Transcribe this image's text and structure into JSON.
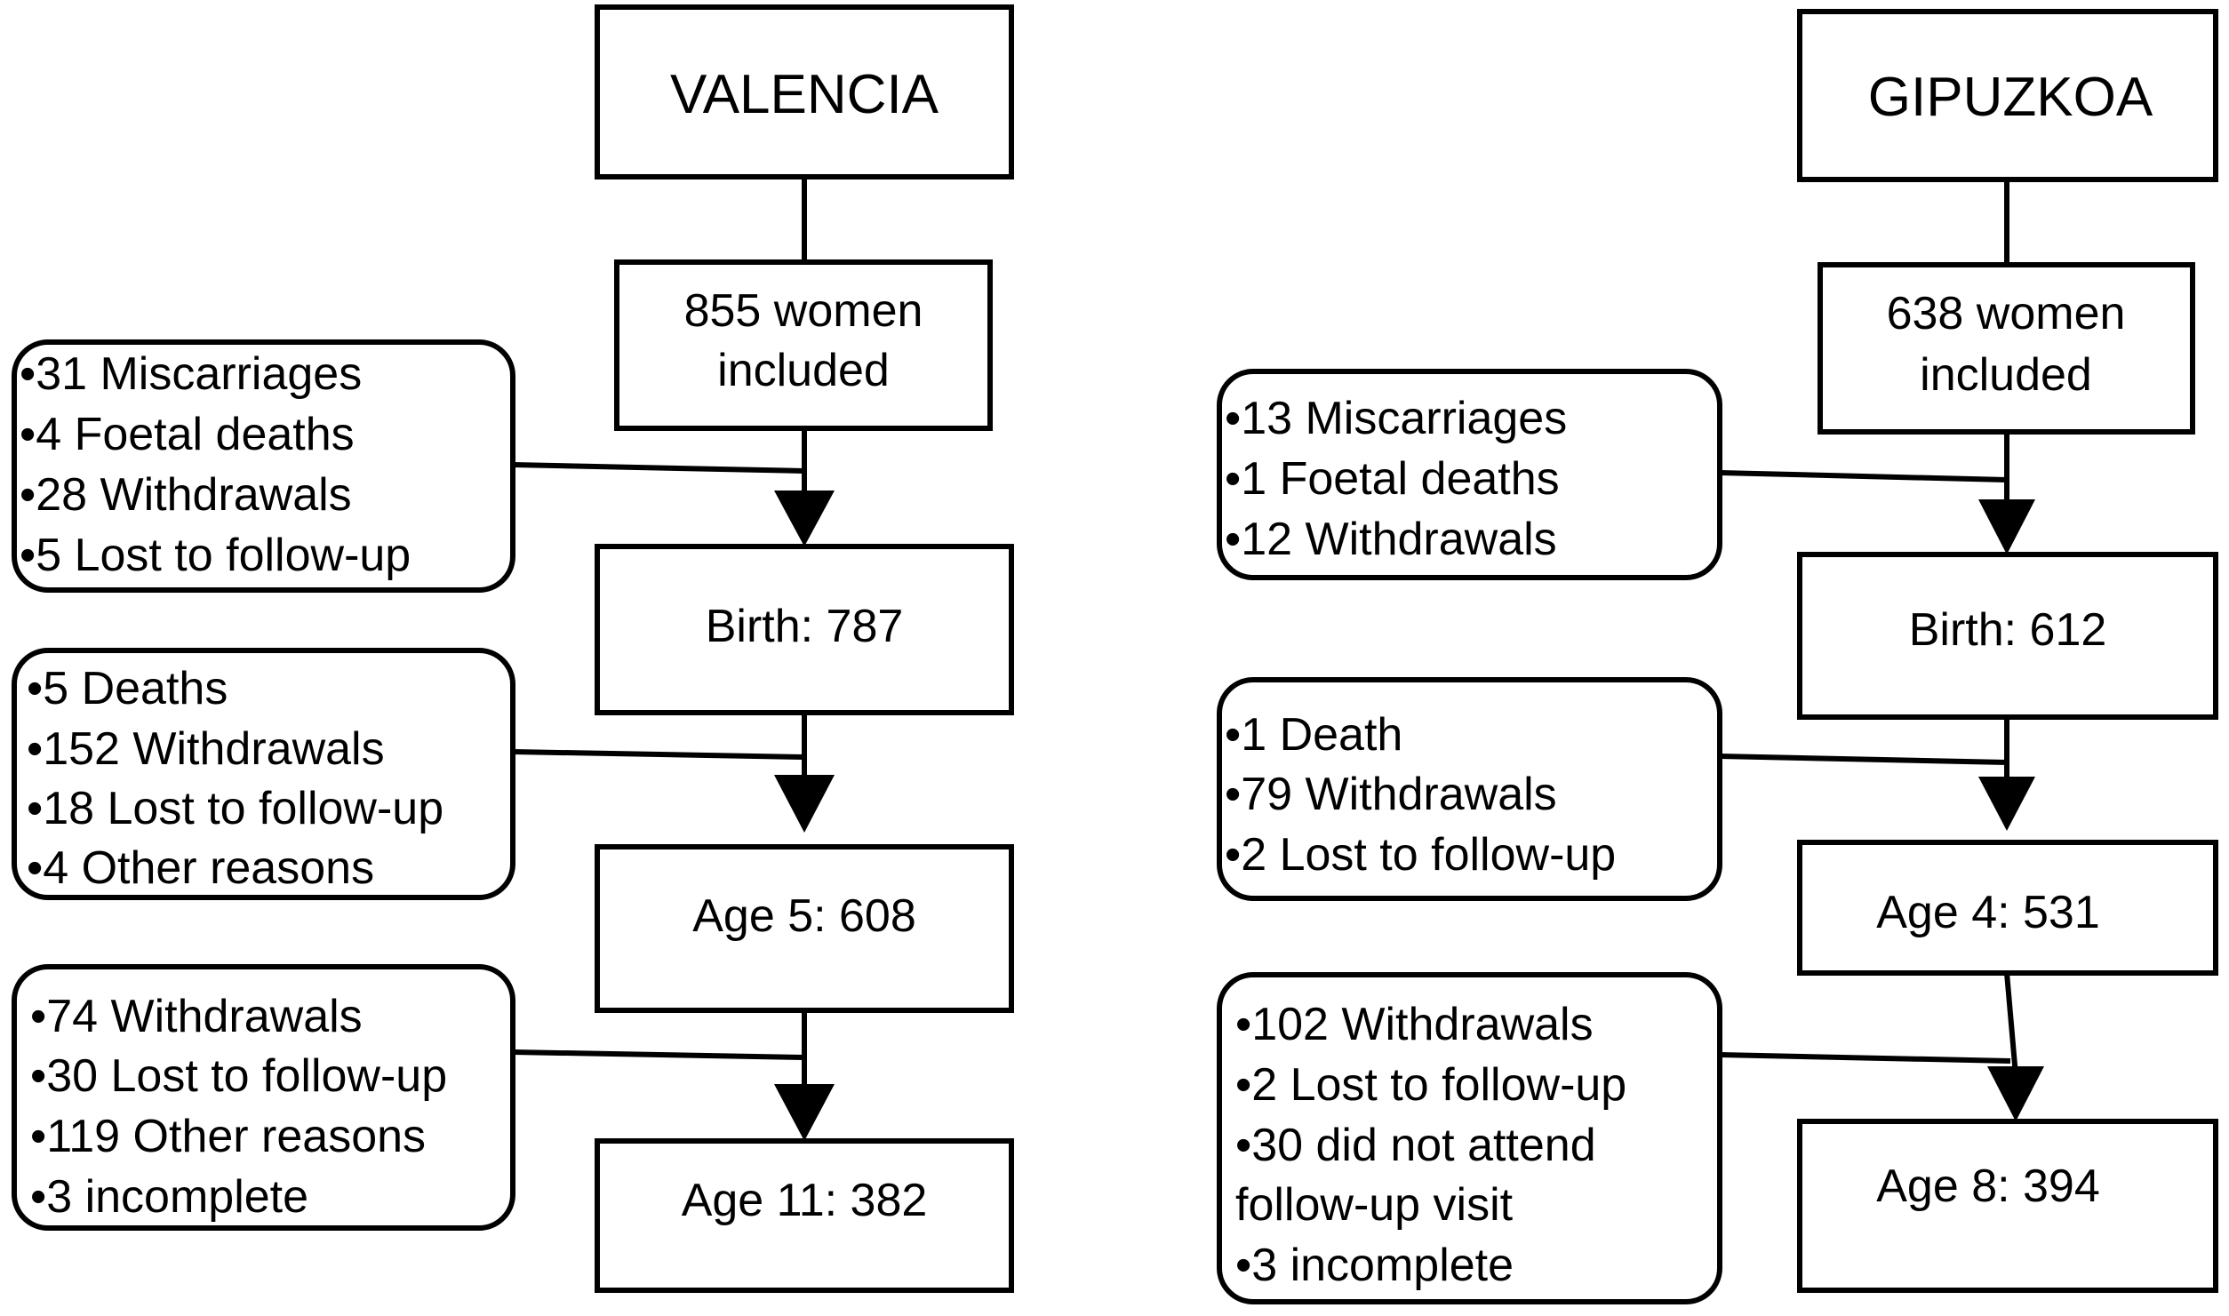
{
  "valencia": {
    "title": "VALENCIA",
    "included_line1": "855 women",
    "included_line2": "included",
    "birth": "Birth: 787",
    "age_mid": "Age 5: 608",
    "age_final": "Age 11: 382",
    "loss1": [
      "•31 Miscarriages",
      "•4 Foetal deaths",
      "•28 Withdrawals",
      "•5 Lost to follow-up"
    ],
    "loss2": [
      "•5 Deaths",
      "•152 Withdrawals",
      "•18 Lost to follow-up",
      "•4 Other reasons"
    ],
    "loss3": [
      "•74 Withdrawals",
      "•30 Lost to follow-up",
      "•119 Other reasons",
      "•3 incomplete"
    ]
  },
  "gipuzkoa": {
    "title": "GIPUZKOA",
    "included_line1": "638 women",
    "included_line2": "included",
    "birth": "Birth: 612",
    "age_mid": "Age 4: 531",
    "age_final": "Age 8: 394",
    "loss1": [
      "•13 Miscarriages",
      "•1 Foetal deaths",
      "•12 Withdrawals"
    ],
    "loss2": [
      "•1 Death",
      "•79 Withdrawals",
      "•2 Lost to follow-up"
    ],
    "loss3": [
      "•102 Withdrawals",
      "•2 Lost to follow-up",
      "•30 did not attend",
      "follow-up visit",
      "•3 incomplete"
    ]
  }
}
